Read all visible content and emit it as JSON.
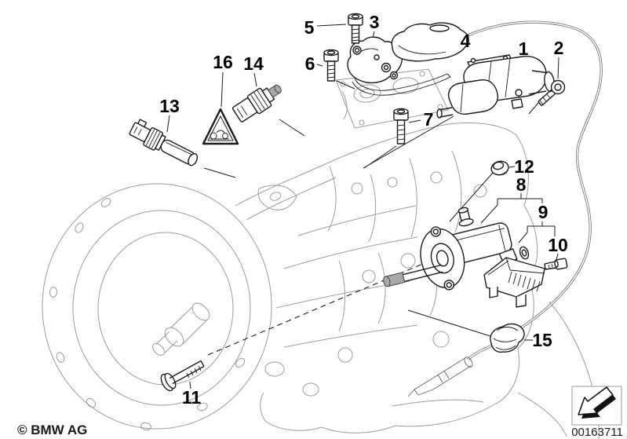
{
  "callouts": [
    "1",
    "2",
    "3",
    "4",
    "5",
    "6",
    "7",
    "8",
    "9",
    "10",
    "11",
    "12",
    "13",
    "14",
    "15",
    "16"
  ],
  "footer": {
    "copyright": "© BMW AG",
    "drawing_number": "00163711"
  },
  "icons": {
    "warning_triangle": "pinch-point-warning-triangle",
    "continuation_arrow": "arrow-down-left-continuation"
  },
  "colors": {
    "background": "#ffffff",
    "part_line": "#1b1b1b",
    "case_line": "#9c9c9c",
    "label": "#000000"
  }
}
